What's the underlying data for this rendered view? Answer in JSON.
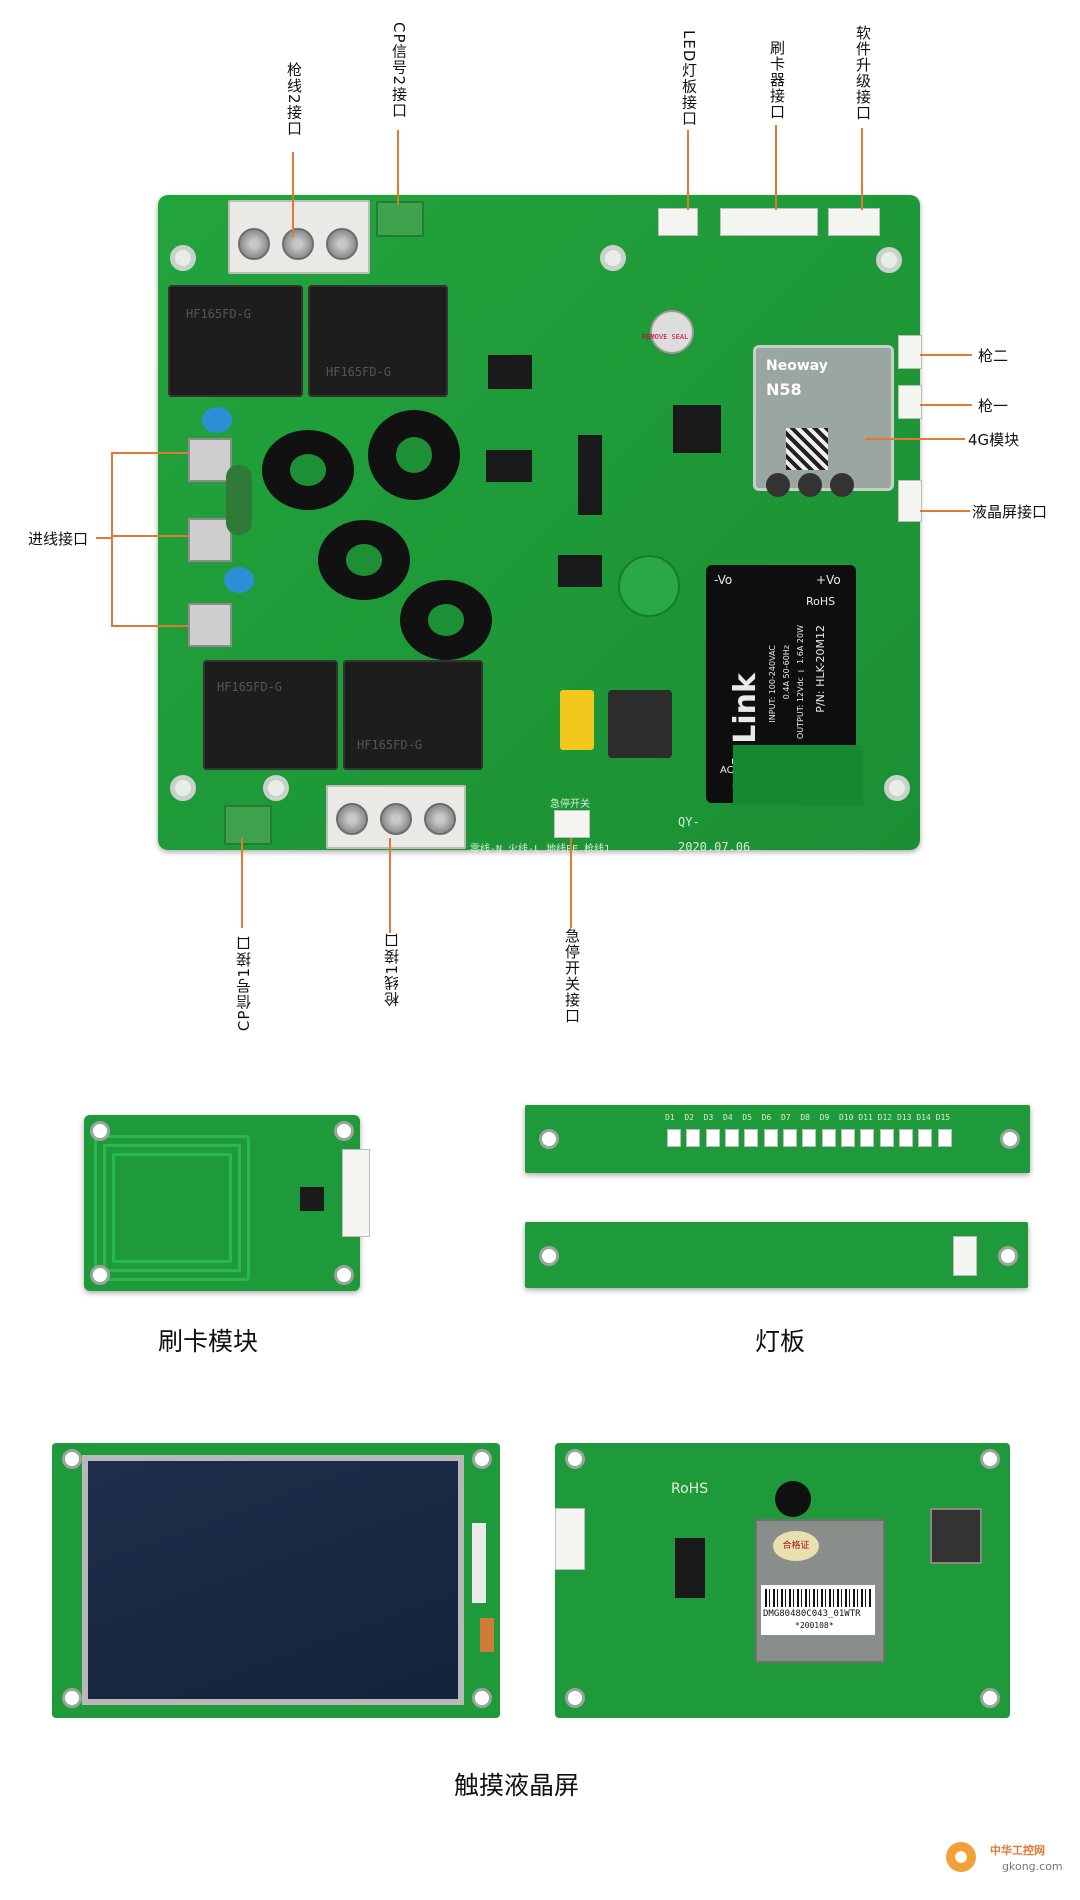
{
  "callouts": {
    "gun2_wire": "枪线2接口",
    "cp2": "CP信号2接口",
    "led_board": "LED灯板接口",
    "card_reader": "刷卡器接口",
    "software_upgrade": "软件升级接口",
    "gun_two": "枪二",
    "gun_one": "枪一",
    "module_4g": "4G模块",
    "lcd_port": "液晶屏接口",
    "power_input": "进线接口",
    "cp1": "CP信号1接口",
    "gun1_wire": "枪线1接口",
    "estop": "急停开关接口"
  },
  "board_silk": {
    "relay_model": "HF165FD-G",
    "terminal_row": "零线-N  火线-L  地线PE  枪线1",
    "estop_silk": "急停开关",
    "date": "2020.07.06",
    "board_id": "QY-",
    "neutral": "零线-N",
    "ground": "地线-PE",
    "live": "火线-L",
    "module_brand": "Neoway",
    "module_model": "N58",
    "buzzer": "REMOVE SEAL"
  },
  "psu": {
    "brand": "Hi-Link",
    "input": "INPUT: 100-240VAC",
    "input2": "0.4A 50-60Hz",
    "output": "OUTPUT: 12Vdc ⎓ 1.6A 20W",
    "pn": "P/N: HLK-20M12",
    "vo_minus": "-Vo",
    "vo_plus": "+Vo",
    "rohs": "RoHS",
    "ac": "AC"
  },
  "leds": [
    "D1",
    "D2",
    "D3",
    "D4",
    "D5",
    "D6",
    "D7",
    "D8",
    "D9",
    "D10",
    "D11",
    "D12",
    "D13",
    "D14",
    "D15"
  ],
  "captions": {
    "card_module": "刷卡模块",
    "light_board": "灯板",
    "touch_lcd": "触摸液晶屏"
  },
  "lcd_back": {
    "label": "DMG80480C043_01WTR",
    "serial": "*200108*",
    "cert": "合格证",
    "rohs": "RoHS"
  },
  "watermark": {
    "site": "中华工控网",
    "url": "gkong.com"
  }
}
